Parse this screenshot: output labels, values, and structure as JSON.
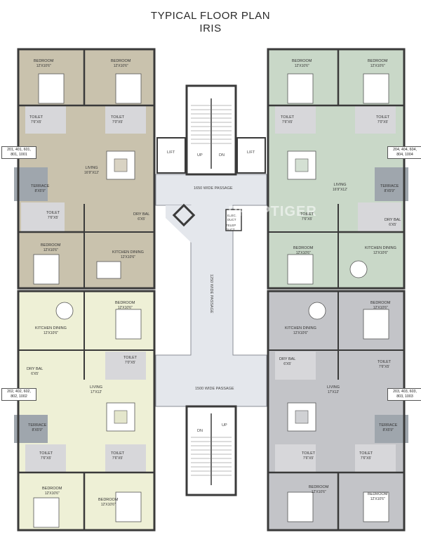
{
  "title": {
    "line1": "TYPICAL FLOOR PLAN",
    "line2": "IRIS"
  },
  "units": {
    "top_left": {
      "line1": "201, 401, 601,",
      "line2": "801, 1001"
    },
    "top_right": {
      "line1": "204, 404, 604,",
      "line2": "804, 1004"
    },
    "bottom_left": {
      "line1": "202, 402, 602,",
      "line2": "802, 1002"
    },
    "bottom_right": {
      "line1": "203, 403, 603,",
      "line2": "803, 1003"
    }
  },
  "core": {
    "lift": "LIFT",
    "up": "UP",
    "dn": "DN",
    "passage_top": "1650 WIDE PASSAGE",
    "passage_vertical": "1250 WIDE PASSAGE",
    "passage_bottom": "1500 WIDE PASSAGE",
    "elec_duct": "ELEC.\nDUCT",
    "telep_duct": "TELEP\nDUCT",
    "watermark": "PROPTIGER"
  },
  "rooms": {
    "bedroom": "BEDROOM",
    "toilet": "TOILET",
    "living": "LIVING",
    "terrace": "TERRACE",
    "kitchen_dining": "KITCHEN DINING",
    "dry_bal": "DRY BAL",
    "dim_bed": "12'X10'6\"",
    "dim_toilet_a": "7'6\"X5'",
    "dim_toilet_b": "7'0\"X5'",
    "dim_living_a": "16'9\"X12'",
    "dim_living_b": "17'X12'",
    "dim_terrace_a": "8'X5'9\"",
    "dim_terrace_b": "8'X5'9\"",
    "dim_kitchen": "12'X10'6\"",
    "dim_drybal_a": "6'X5'",
    "dim_drybal_b": "6'X5'"
  },
  "colors": {
    "tan": "#c9c2ad",
    "sage": "#c9d8c8",
    "cream": "#eef0d6",
    "grey": "#c3c4c8",
    "corridor": "#e6e8ec",
    "wall": "#3a3a3a"
  }
}
